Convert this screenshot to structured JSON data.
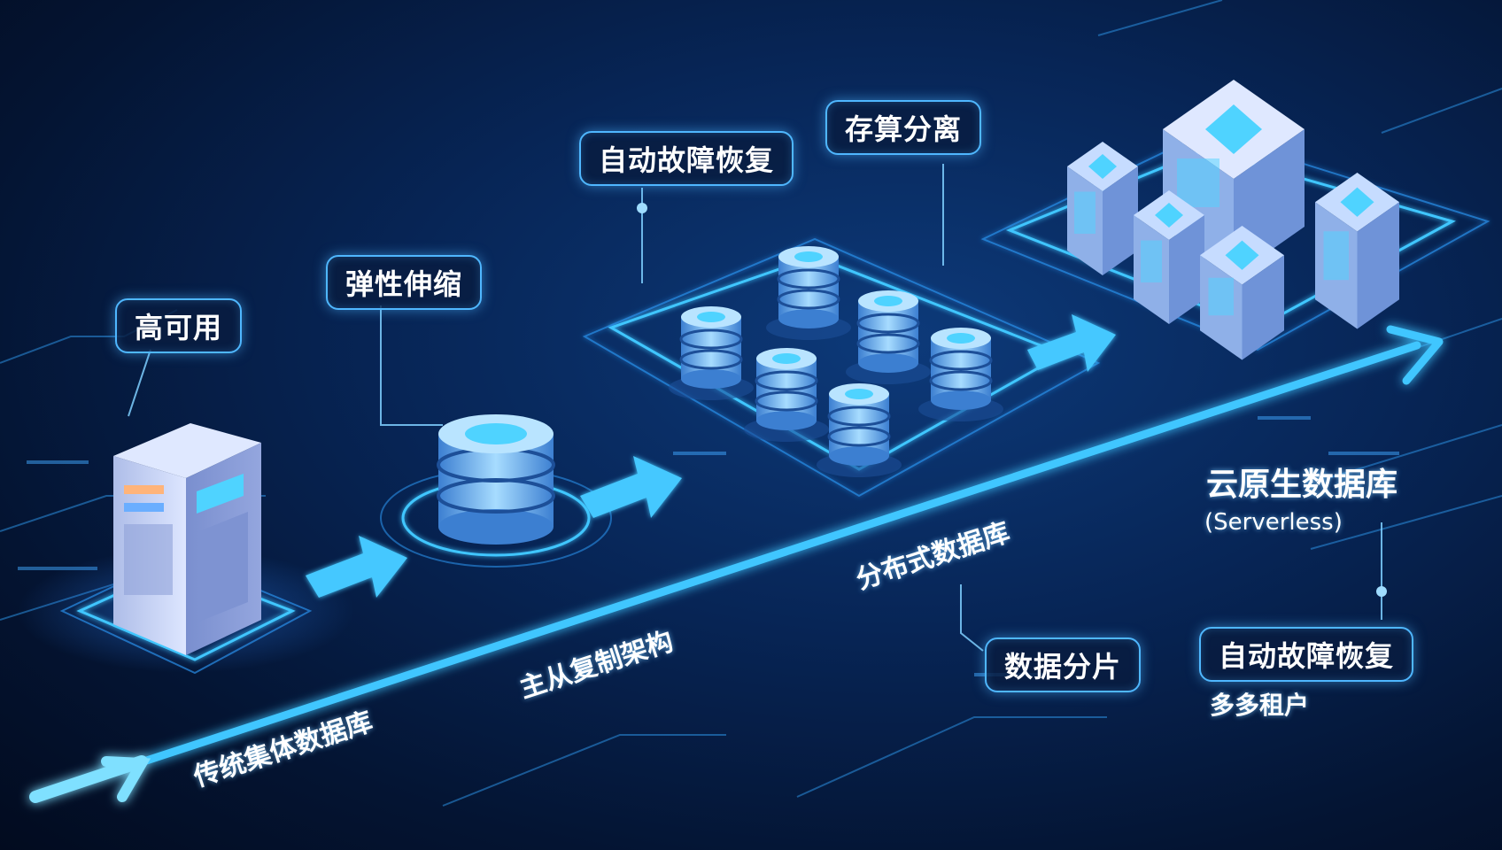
{
  "labels": {
    "high_availability": "高可用",
    "elastic_scaling": "弹性伸缩",
    "auto_failover_top": "自动故障恢复",
    "storage_compute_separation": "存算分离",
    "cloud_native_db": "云原生数据库",
    "serverless": "(Serverless)",
    "data_sharding": "数据分片",
    "auto_failover_right": "自动故障恢复",
    "multi_tenant": "多多租户"
  },
  "stages": {
    "traditional": "传统集体数据库",
    "master_slave": "主从复制架构",
    "distributed": "分布式数据库"
  },
  "colors": {
    "glow": "#3fc6ff",
    "box_border": "#4fb7ff",
    "cylinder": "#8fd4ff",
    "server": "#c9d6f5"
  }
}
